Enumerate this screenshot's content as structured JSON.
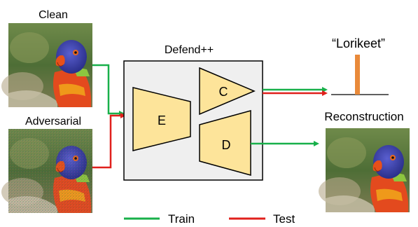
{
  "labels": {
    "clean": "Clean",
    "adversarial": "Adversarial",
    "defend": "Defend++",
    "encoder": "E",
    "classifier": "C",
    "decoder": "D",
    "prediction": "“Lorikeet”",
    "reconstruction": "Reconstruction"
  },
  "legend": {
    "train": "Train",
    "test": "Test"
  },
  "colors": {
    "train": "#18b04a",
    "test": "#e0201c",
    "block_fill": "#fde49a",
    "box_fill": "#efefef",
    "bar": "#e98a3a"
  }
}
